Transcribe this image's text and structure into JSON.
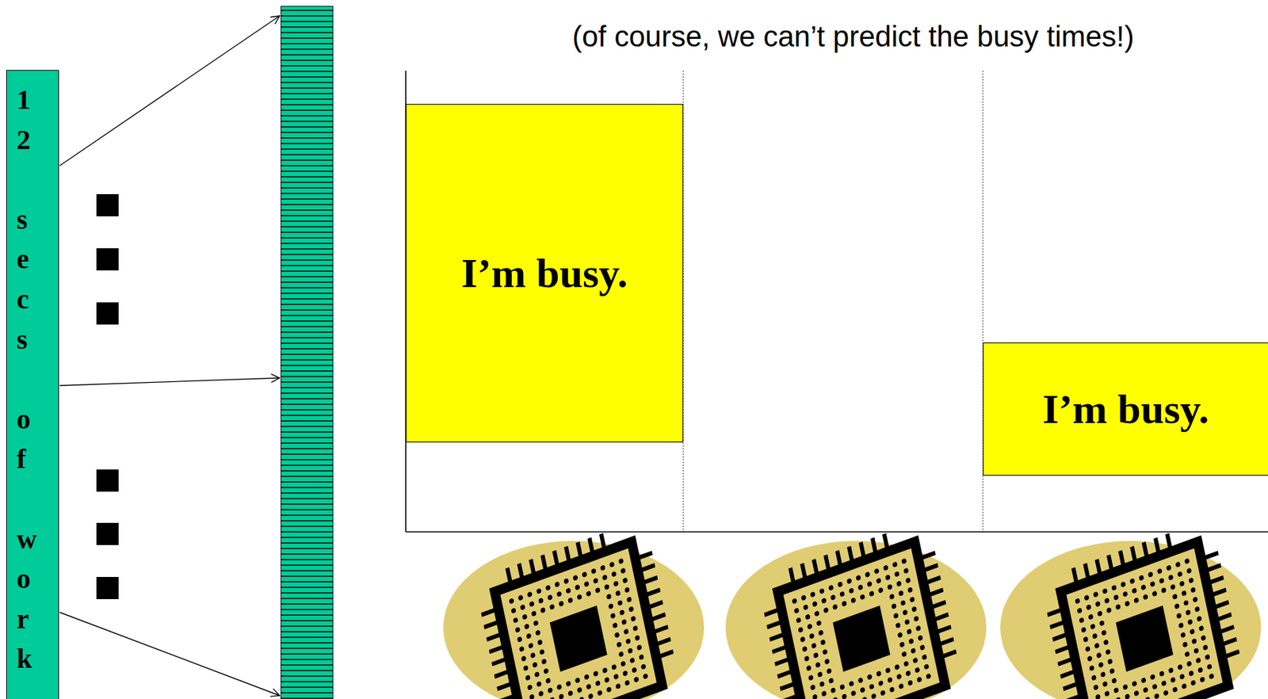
{
  "diagram": {
    "nodes": [
      {
        "text": [
          "12 secs of work"
        ]
      },
      {
        "text": [
          "I’m busy."
        ]
      },
      {
        "text": [
          "I’m busy."
        ]
      }
    ],
    "labels": [
      "(of course, we can’t predict the busy times!)"
    ]
  }
}
